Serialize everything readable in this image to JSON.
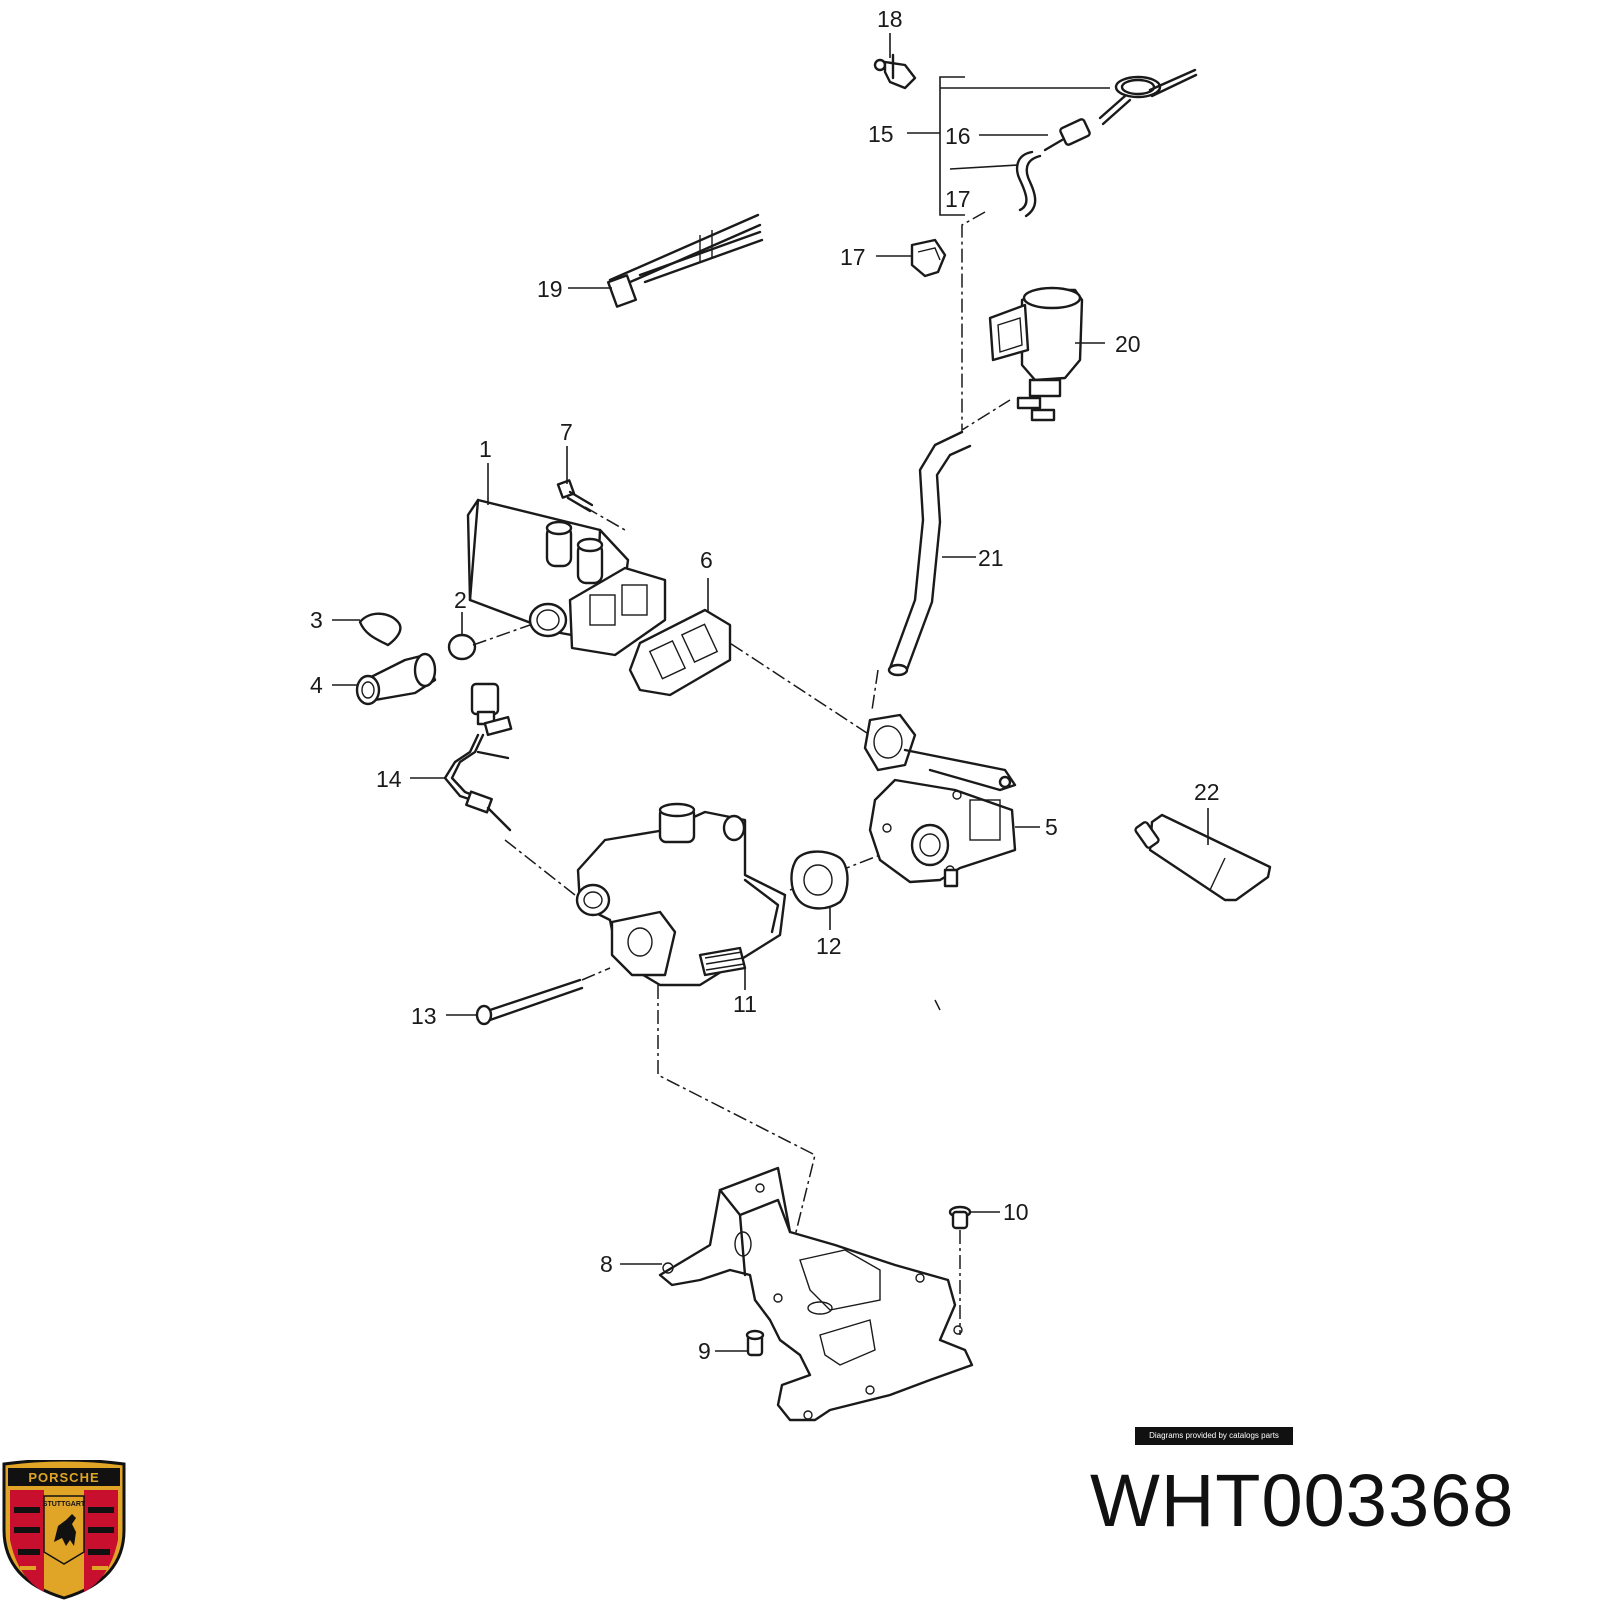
{
  "diagram": {
    "callouts": [
      {
        "id": "1",
        "text": "1"
      },
      {
        "id": "2",
        "text": "2"
      },
      {
        "id": "3",
        "text": "3"
      },
      {
        "id": "4",
        "text": "4"
      },
      {
        "id": "5",
        "text": "5"
      },
      {
        "id": "6",
        "text": "6"
      },
      {
        "id": "7",
        "text": "7"
      },
      {
        "id": "8",
        "text": "8"
      },
      {
        "id": "9",
        "text": "9"
      },
      {
        "id": "10",
        "text": "10"
      },
      {
        "id": "11",
        "text": "11"
      },
      {
        "id": "12",
        "text": "12"
      },
      {
        "id": "13",
        "text": "13"
      },
      {
        "id": "14",
        "text": "14"
      },
      {
        "id": "15",
        "text": "15"
      },
      {
        "id": "16",
        "text": "16"
      },
      {
        "id": "17a",
        "text": "17"
      },
      {
        "id": "17b",
        "text": "17"
      },
      {
        "id": "18",
        "text": "18"
      },
      {
        "id": "19",
        "text": "19"
      },
      {
        "id": "20",
        "text": "20"
      },
      {
        "id": "21",
        "text": "21"
      },
      {
        "id": "22",
        "text": "22"
      }
    ]
  },
  "credit": "Diagrams provided by catalogs parts",
  "part_number": "WHT003368",
  "logo": {
    "brand": "PORSCHE",
    "city": "STUTTGART",
    "colors": {
      "red": "#c8102e",
      "gold": "#e0a526",
      "black": "#111111"
    }
  }
}
